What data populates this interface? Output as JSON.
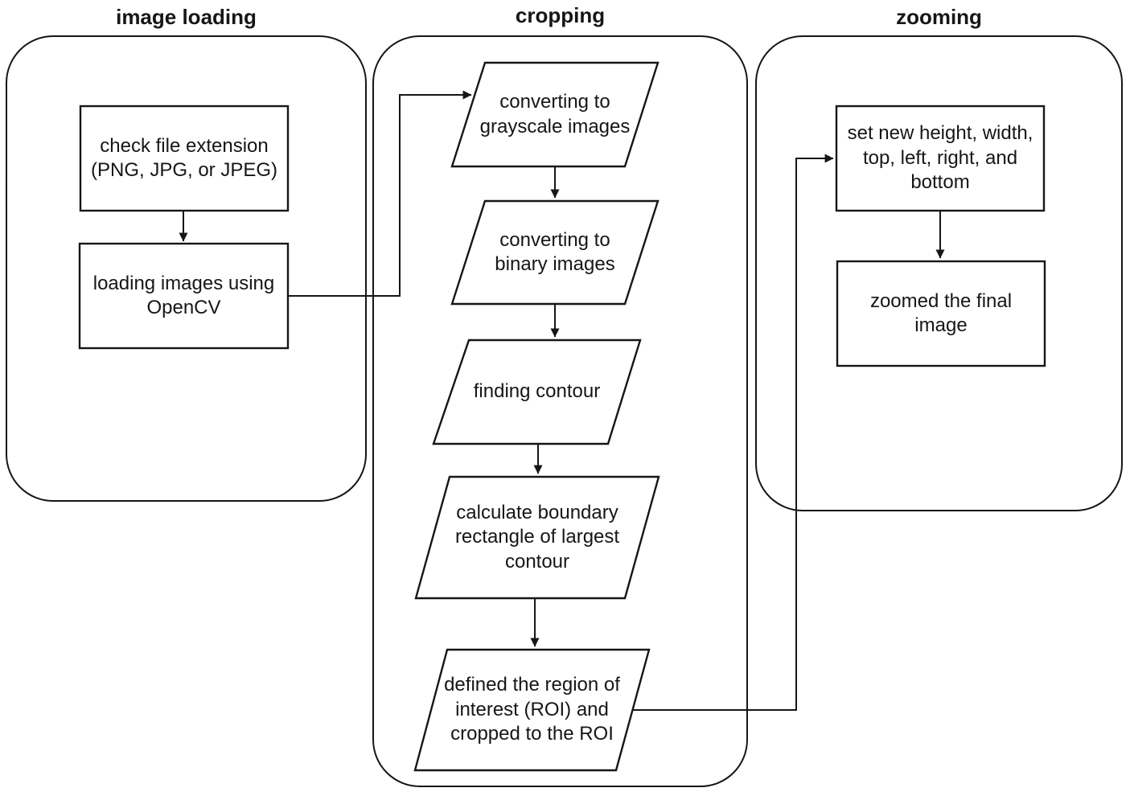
{
  "diagram_type": "flowchart",
  "groups": [
    {
      "id": "image-loading",
      "title": "image loading"
    },
    {
      "id": "cropping",
      "title": "cropping"
    },
    {
      "id": "zooming",
      "title": "zooming"
    }
  ],
  "nodes": {
    "check_extension": {
      "group": "image loading",
      "shape": "rectangle",
      "label": "check file extension\n(PNG, JPG, or JPEG)"
    },
    "load_opencv": {
      "group": "image loading",
      "shape": "rectangle",
      "label": "loading images using\nOpenCV"
    },
    "to_grayscale": {
      "group": "cropping",
      "shape": "parallelogram",
      "label": "converting to\ngrayscale images"
    },
    "to_binary": {
      "group": "cropping",
      "shape": "parallelogram",
      "label": "converting to\nbinary images"
    },
    "find_contour": {
      "group": "cropping",
      "shape": "parallelogram",
      "label": "finding contour"
    },
    "calc_boundary": {
      "group": "cropping",
      "shape": "parallelogram",
      "label": "calculate boundary\nrectangle of largest\ncontour"
    },
    "define_roi": {
      "group": "cropping",
      "shape": "parallelogram",
      "label": "defined the region of\ninterest (ROI) and\ncropped to the ROI"
    },
    "set_dimensions": {
      "group": "zooming",
      "shape": "rectangle",
      "label": "set new height, width,\ntop, left, right, and\nbottom"
    },
    "zoom_final": {
      "group": "zooming",
      "shape": "rectangle",
      "label": "zoomed the final\nimage"
    }
  },
  "edges": [
    {
      "from": "check_extension",
      "to": "load_opencv"
    },
    {
      "from": "load_opencv",
      "to": "to_grayscale"
    },
    {
      "from": "to_grayscale",
      "to": "to_binary"
    },
    {
      "from": "to_binary",
      "to": "find_contour"
    },
    {
      "from": "find_contour",
      "to": "calc_boundary"
    },
    {
      "from": "calc_boundary",
      "to": "define_roi"
    },
    {
      "from": "define_roi",
      "to": "set_dimensions"
    },
    {
      "from": "set_dimensions",
      "to": "zoom_final"
    }
  ],
  "colors": {
    "stroke": "#161616",
    "text": "#161616",
    "background": "#ffffff"
  }
}
